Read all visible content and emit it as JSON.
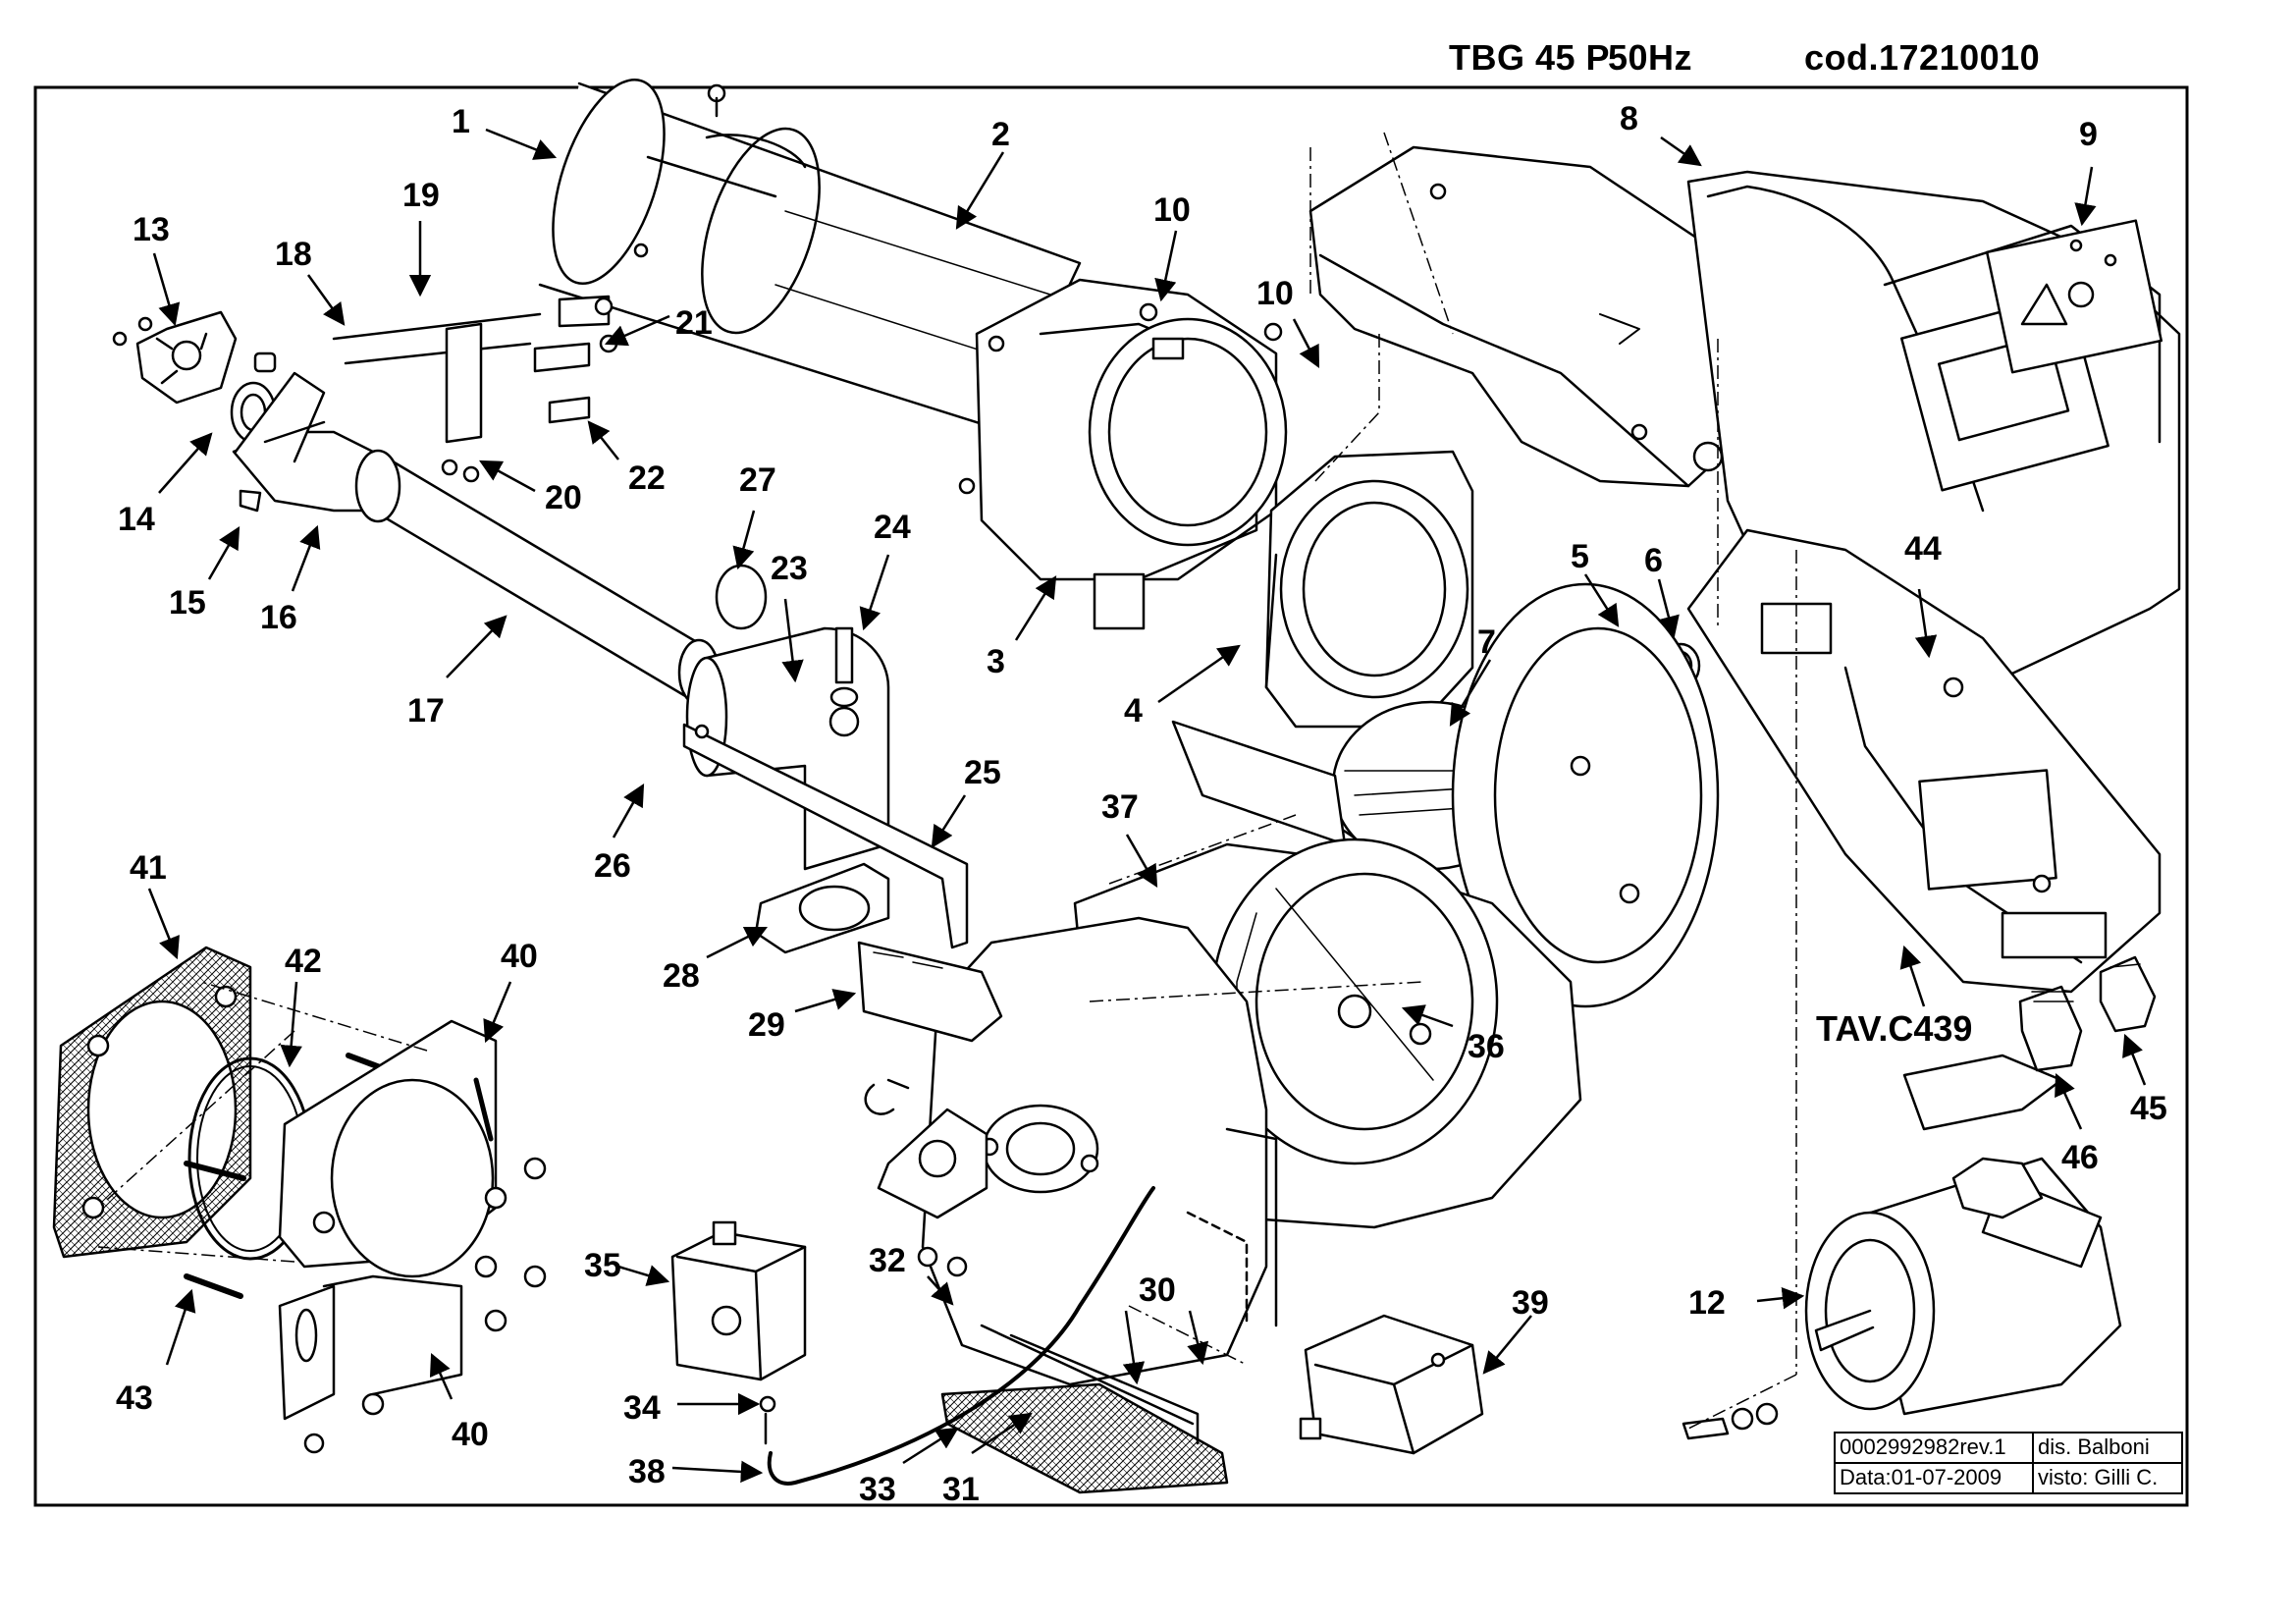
{
  "header": {
    "model": "TBG 45 P",
    "frequency": "50Hz",
    "code": "cod.17210010"
  },
  "table_reference": "TAV.C439",
  "title_block": {
    "drawing_number": "0002992982rev.1",
    "designer": "dis. Balboni",
    "date": "Data:01-07-2009",
    "checked": "visto: Gilli C."
  },
  "callouts": [
    "1",
    "2",
    "3",
    "4",
    "5",
    "6",
    "7",
    "8",
    "9",
    "10",
    "10",
    "12",
    "13",
    "14",
    "15",
    "16",
    "17",
    "18",
    "19",
    "20",
    "21",
    "22",
    "23",
    "24",
    "25",
    "26",
    "27",
    "28",
    "29",
    "30",
    "31",
    "32",
    "33",
    "34",
    "35",
    "36",
    "37",
    "38",
    "39",
    "40",
    "40",
    "41",
    "42",
    "43",
    "44",
    "45",
    "46"
  ]
}
